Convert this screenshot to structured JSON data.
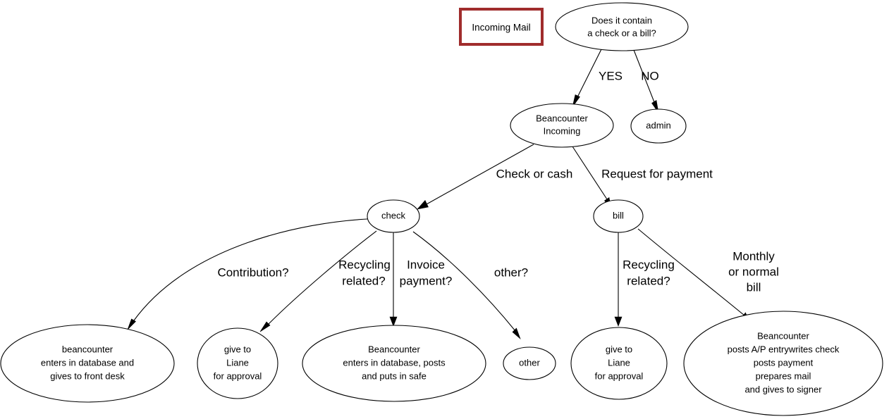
{
  "diagram": {
    "title": "Incoming Mail",
    "accent_color": "#a02c2c",
    "line_color": "#000000",
    "background_color": "#ffffff",
    "nodes": {
      "incoming_mail": {
        "label": "Incoming Mail",
        "shape": "box"
      },
      "question": {
        "line1": "Does it contain",
        "line2": "a check or a bill?",
        "shape": "ellipse"
      },
      "admin": {
        "label": "admin",
        "shape": "ellipse"
      },
      "beancounter_incoming": {
        "line1": "Beancounter",
        "line2": "Incoming",
        "shape": "ellipse"
      },
      "check": {
        "label": "check",
        "shape": "ellipse"
      },
      "bill": {
        "label": "bill",
        "shape": "ellipse"
      },
      "front_desk": {
        "line1": "beancounter",
        "line2": "enters in database and",
        "line3": "gives to front desk",
        "shape": "ellipse"
      },
      "liane_left": {
        "line1": "give to",
        "line2": "Liane",
        "line3": "for approval",
        "shape": "ellipse"
      },
      "safe": {
        "line1": "Beancounter",
        "line2": "enters in database, posts",
        "line3": "and puts in safe",
        "shape": "ellipse"
      },
      "other": {
        "label": "other",
        "shape": "ellipse"
      },
      "liane_right": {
        "line1": "give to",
        "line2": "Liane",
        "line3": "for approval",
        "shape": "ellipse"
      },
      "ap_entry": {
        "line1": "Beancounter",
        "line2": "posts A/P entrywrites check",
        "line3": "posts payment",
        "line4": "prepares mail",
        "line5": "and gives to signer",
        "shape": "ellipse"
      }
    },
    "edge_labels": {
      "yes": "YES",
      "no": "NO",
      "check_or_cash": "Check or cash",
      "request_for_payment": "Request for payment",
      "contribution": "Contribution?",
      "recycling_related_check": "Recycling",
      "recycling_related_check2": "related?",
      "invoice_payment": "Invoice",
      "invoice_payment2": "payment?",
      "other_q": "other?",
      "recycling_related_bill": "Recycling",
      "recycling_related_bill2": "related?",
      "monthly_bill1": "Monthly",
      "monthly_bill2": "or normal",
      "monthly_bill3": "bill"
    }
  }
}
